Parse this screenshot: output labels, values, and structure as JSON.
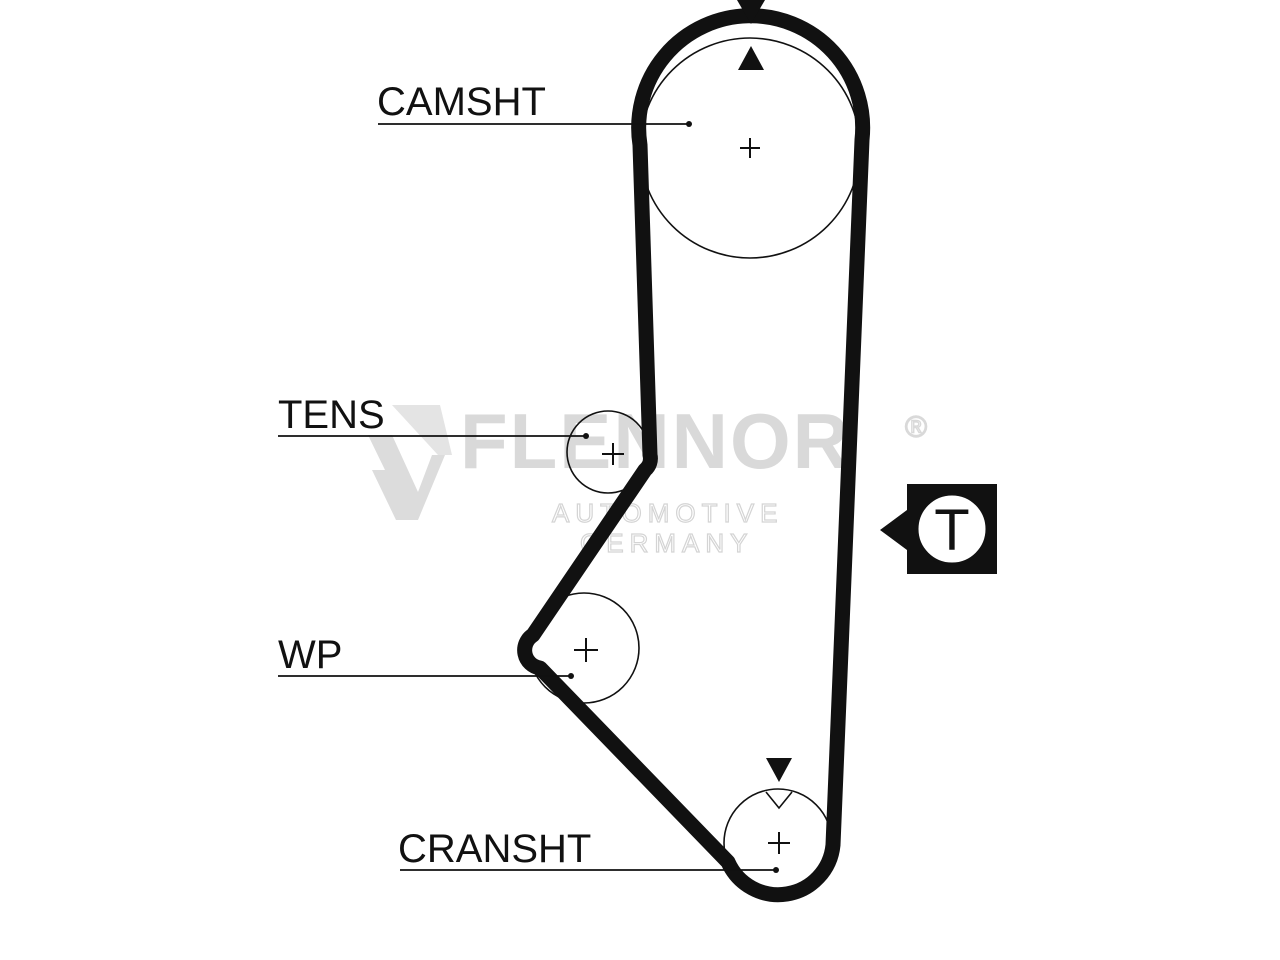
{
  "diagram": {
    "labels": {
      "camshaft": "CAMSHT",
      "tensioner": "TENS",
      "water_pump": "WP",
      "crankshaft": "CRANSHT"
    },
    "tension_marker": "T",
    "watermark": {
      "brand": "FLENNOR",
      "registered": "®",
      "line1": "AUTOMOTIVE",
      "line2": "GERMANY"
    },
    "colors": {
      "ink": "#111111",
      "watermark": "#d9d9d9"
    }
  }
}
